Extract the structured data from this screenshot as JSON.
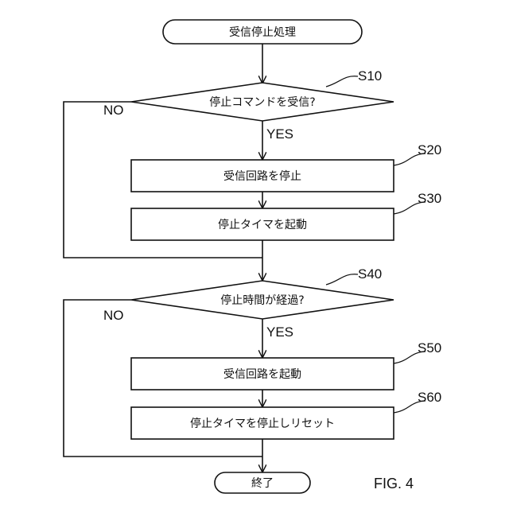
{
  "flowchart": {
    "start": "受信停止処理",
    "decision_1": "停止コマンドを受信?",
    "process_1": "受信回路を停止",
    "process_2": "停止タイマを起動",
    "decision_2": "停止時間が経過?",
    "process_3": "受信回路を起動",
    "process_4": "停止タイマを停止しリセット",
    "end": "終了"
  },
  "step_labels": {
    "s10": "S10",
    "s20": "S20",
    "s30": "S30",
    "s40": "S40",
    "s50": "S50",
    "s60": "S60"
  },
  "branch_labels": {
    "yes_1": "YES",
    "no_1": "NO",
    "yes_2": "YES",
    "no_2": "NO"
  },
  "figure_label": "FIG. 4"
}
